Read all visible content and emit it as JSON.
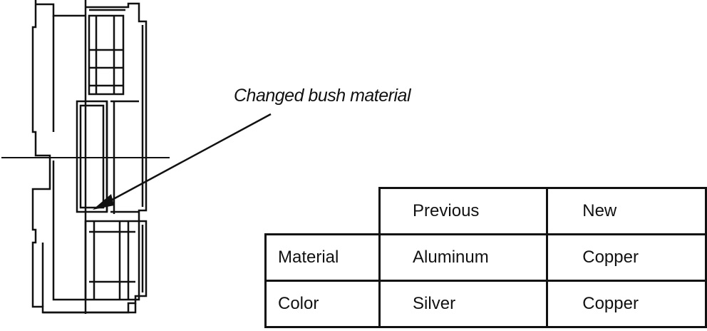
{
  "callout": {
    "text": "Changed bush material"
  },
  "table": {
    "headers": [
      "",
      "Previous",
      "New"
    ],
    "rows": [
      {
        "label": "Material",
        "previous": "Aluminum",
        "new": "Copper"
      },
      {
        "label": "Color",
        "previous": "Silver",
        "new": "Copper"
      }
    ]
  },
  "colors": {
    "ink": "#111111",
    "background": "#ffffff"
  }
}
